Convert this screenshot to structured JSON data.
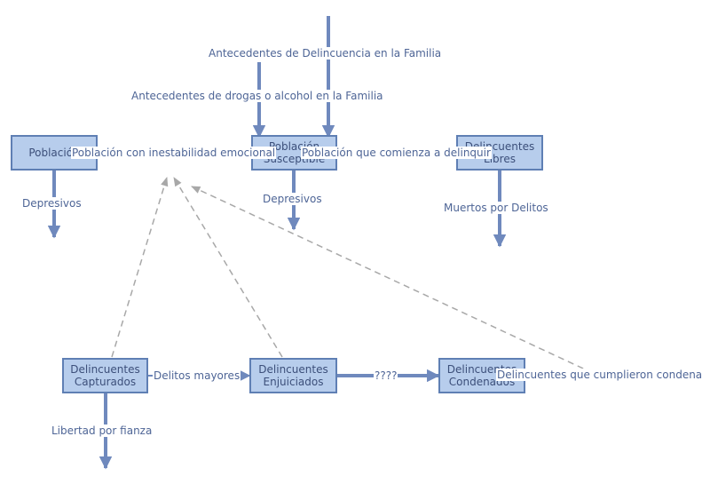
{
  "nodes": {
    "poblacion": "Población",
    "poblacion_susceptible": "Población Susceptible",
    "delincuentes_libres": "Delincuentes Libres",
    "delincuentes_capturados": "Delincuentes Capturados",
    "delincuentes_enjuiciados": "Delincuentes Enjuiciados",
    "delincuentes_condenados": "Delincuentes Condenados"
  },
  "flows": {
    "antecedentes_delincuencia": "Antecedentes de Delincuencia en la Familia",
    "antecedentes_drogas": "Antecedentes de drogas o alcohol en la Familia",
    "poblacion_inestabilidad": "Población con inestabilidad emocional",
    "poblacion_comienza": "Población que comienza a delinquir",
    "depresivos_1": "Depresivos",
    "depresivos_2": "Depresivos",
    "muertos_por_delitos": "Muertos por Delitos",
    "delitos_mayores": "Delitos mayores",
    "signos": "????",
    "libertad_por_fianza": "Libertad por fianza",
    "cumplieron_condena": "Delincuentes que cumplieron condena"
  },
  "colors": {
    "node_fill": "#b7cdec",
    "node_border": "#5f7fb4",
    "flow_arrow": "#6f89bd",
    "dashed_link": "#a8a8a8",
    "label_text": "#4e6596"
  }
}
